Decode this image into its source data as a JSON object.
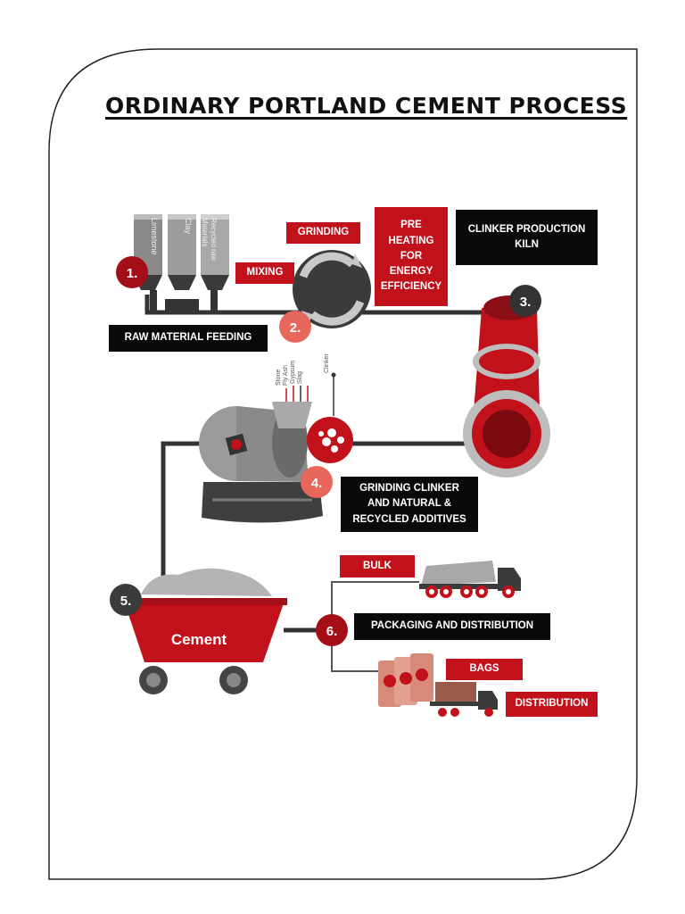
{
  "title": "ORDINARY PORTLAND CEMENT PROCESS",
  "labels": {
    "grinding": "GRINDING",
    "mixing": "MIXING",
    "preheating": [
      "PRE",
      "HEATING",
      "FOR",
      "ENERGY",
      "EFFICIENCY"
    ],
    "clinker_production": [
      "CLINKER PRODUCTION",
      "KILN"
    ],
    "raw_material_feeding": "RAW MATERIAL FEEDING",
    "grinding_clinker": [
      "GRINDING CLINKER",
      "AND NATURAL &",
      "RECYCLED ADDITIVES"
    ],
    "bulk": "BULK",
    "packaging": "PACKAGING AND DISTRIBUTION",
    "bags": "BAGS",
    "distribution": "DISTRIBUTION"
  },
  "silos": [
    "Limestone",
    "Clay",
    "Recycled raw Materials"
  ],
  "additives": [
    "Slag",
    "Gypsum",
    "Fly Ash",
    "Stone"
  ],
  "clinker_tag": "Clinker",
  "cart_label": "Cement",
  "steps": [
    "1.",
    "2.",
    "3.",
    "4.",
    "5.",
    "6."
  ],
  "colors": {
    "red": "#c1121c",
    "dark": "#333333",
    "gray": "#9a9a9a",
    "salmon": "#e8675c"
  }
}
